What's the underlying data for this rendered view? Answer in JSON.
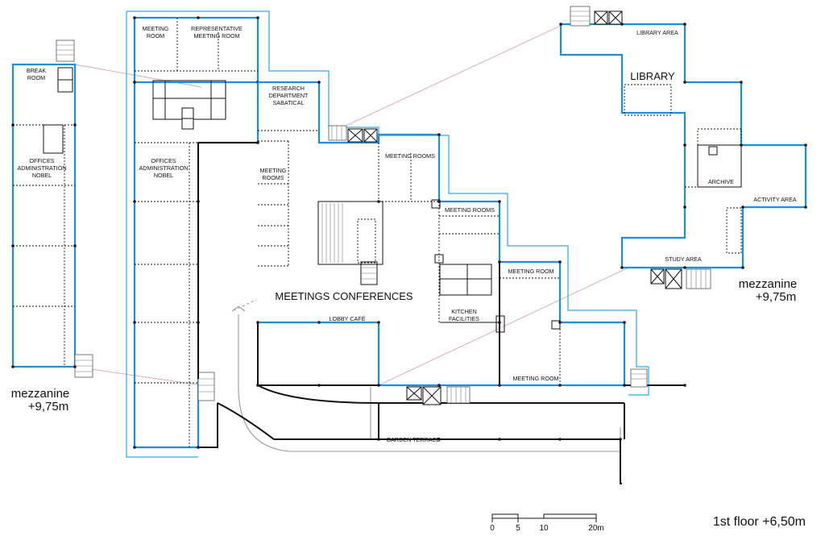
{
  "rooms": {
    "break_room": [
      "BREAK",
      "ROOM"
    ],
    "offices_left": [
      "OFFICES",
      "ADMINISTRATION",
      "NOBEL"
    ],
    "meeting_room_top": [
      "MEETING",
      "ROOM"
    ],
    "representative_meeting_room": [
      "REPRESENTATIVE",
      "MEETING ROOM"
    ],
    "offices_middle": [
      "OFFICES",
      "ADMINISTRATION",
      "NOBEL"
    ],
    "research_department": [
      "RESEARCH",
      "DEPARTMENT",
      "SABATICAL"
    ],
    "meeting_rooms_left": [
      "MEETING",
      "ROOMS"
    ],
    "meeting_rooms_center": "MEETING ROOMS",
    "meeting_rooms_right": "MEETING ROOMS",
    "meeting_room_right": "MEETING ROOM",
    "kitchen_facilities": [
      "KITCHEN",
      "FACILITIES"
    ],
    "lobby_cafe": "LOBBY CAFÉ",
    "meetings_conferences": "MEETINGS CONFERENCES",
    "meeting_room_bottom": "MEETING ROOM",
    "garden_terrace": "GARDEN TERRACE",
    "library_area": "LIBRARY AREA",
    "library": "LIBRARY",
    "archive": "ARCHIVE",
    "activity_area": "ACTIVITY AREA",
    "study_area": "STUDY AREA"
  },
  "mezzanine_left": [
    "mezzanine",
    "+9,75m"
  ],
  "mezzanine_right": [
    "mezzanine",
    "+9,75m"
  ],
  "scale_bar": {
    "ticks": [
      "0",
      "5",
      "10",
      "20m"
    ]
  },
  "floor_label": "1st floor  +6,50m",
  "colors": {
    "wall": "#111111",
    "mezzanine_blue": "#1a8fe0",
    "link_pink": "#d8a6b4",
    "path_grey": "#9a9a9a"
  }
}
